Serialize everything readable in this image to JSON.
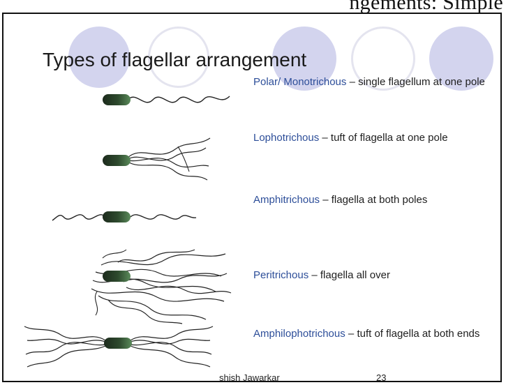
{
  "header_strip": {
    "text": "ngements: Simple"
  },
  "slide": {
    "title": "Types of flagellar arrangement",
    "rows": [
      {
        "term": "Polar/ Monotrichous",
        "description": "single flagellum at one pole",
        "bacterium_label": "monotrichous-bacterium"
      },
      {
        "term": "Lophotrichous",
        "description": "tuft of flagella at one pole",
        "bacterium_label": "lophotrichous-bacterium"
      },
      {
        "term": "Amphitrichous",
        "description": "flagella at both poles",
        "bacterium_label": "amphitrichous-bacterium"
      },
      {
        "term": "Peritrichous",
        "description": "flagella all over",
        "bacterium_label": "peritrichous-bacterium"
      },
      {
        "term": "Amphilophotrichous",
        "description": "tuft of flagella at both ends",
        "bacterium_label": "amphilophotrichous-bacterium"
      }
    ],
    "separator": " – ",
    "footer": {
      "author": "shish Jawarkar",
      "page_number": "23"
    }
  },
  "colors": {
    "term_text": "#2d4e99",
    "circle_fill": "#d3d4ee",
    "circle_outline": "#e4e4ef",
    "bacterium_dark": "#1c2a1c",
    "bacterium_light": "#4c7a4c"
  }
}
